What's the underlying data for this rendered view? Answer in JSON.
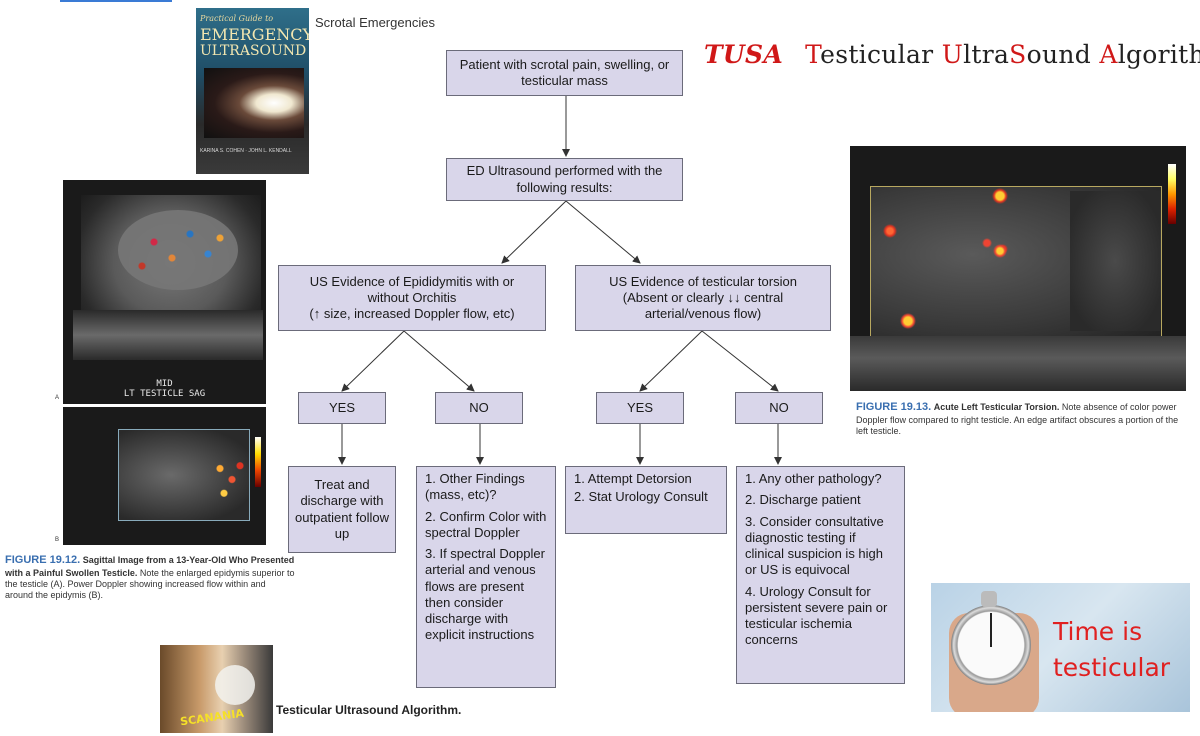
{
  "header": {
    "book_label": "Scrotal Emergencies",
    "book_cover": {
      "line1": "Practical Guide to",
      "line2": "EMERGENCY",
      "line3": "ULTRASOUND",
      "authors": "KARINA S. COHEN · JOHN L. KENDALL"
    },
    "title": {
      "abbr": "TUSA",
      "w1_first": "T",
      "w1_rest": "esticular ",
      "w2_first": "U",
      "w2_mid": "ltra",
      "w2_s": "S",
      "w2_rest": "ound ",
      "w3_first": "A",
      "w3_rest": "lgorithm"
    }
  },
  "flow": {
    "start": "Patient with scrotal pain, swelling, or testicular mass",
    "ed_us": "ED Ultrasound performed with the following results:",
    "epididymitis": {
      "line1": "US Evidence of Epididymitis with or",
      "line2": "without Orchitis",
      "line3": "(↑ size, increased Doppler flow, etc)"
    },
    "torsion": {
      "line1": "US Evidence of testicular torsion",
      "line2": "(Absent or clearly ↓↓ central",
      "line3": "arterial/venous flow)"
    },
    "yes_left": "YES",
    "no_left": "NO",
    "yes_right": "YES",
    "no_right": "NO",
    "treat": "Treat and discharge with outpatient follow up",
    "other_findings": [
      "1. Other Findings (mass, etc)?",
      "2. Confirm Color with spectral Doppler",
      "3. If spectral Doppler arterial and venous flows are present then consider discharge with explicit instructions"
    ],
    "detorsion": [
      "1. Attempt Detorsion",
      "2. Stat Urology Consult"
    ],
    "any_other": [
      "1. Any other pathology?",
      "2. Discharge patient",
      "3. Consider consultative diagnostic testing if clinical suspicion is high or US is equivocal",
      "4. Urology Consult for persistent severe pain or testicular ischemia concerns"
    ]
  },
  "images": {
    "us_a_label_line1": "MID",
    "us_a_label_line2": "LT TESTICLE SAG",
    "us_a_letter": "A",
    "us_b_letter": "B"
  },
  "captions": {
    "fig12_num": "FIGURE 19.12.",
    "fig12_bold": "Sagittal Image from a 13-Year-Old Who Presented with a Painful Swollen Testicle.",
    "fig12_rest": "Note the enlarged epidymis superior to the testicle (A). Power Doppler showing increased flow within and around the epidymis (B).",
    "fig13_num": "FIGURE 19.13.",
    "fig13_bold": "Acute Left Testicular Torsion.",
    "fig13_rest": "Note absence of color power Doppler flow compared to right testicle. An edge artifact obscures a portion of the left testicle.",
    "bottom_label": "Testicular Ultrasound Algorithm.",
    "meme_text": "SCANANIA"
  },
  "stopwatch": {
    "line1": "Time is",
    "line2": "testicular"
  }
}
